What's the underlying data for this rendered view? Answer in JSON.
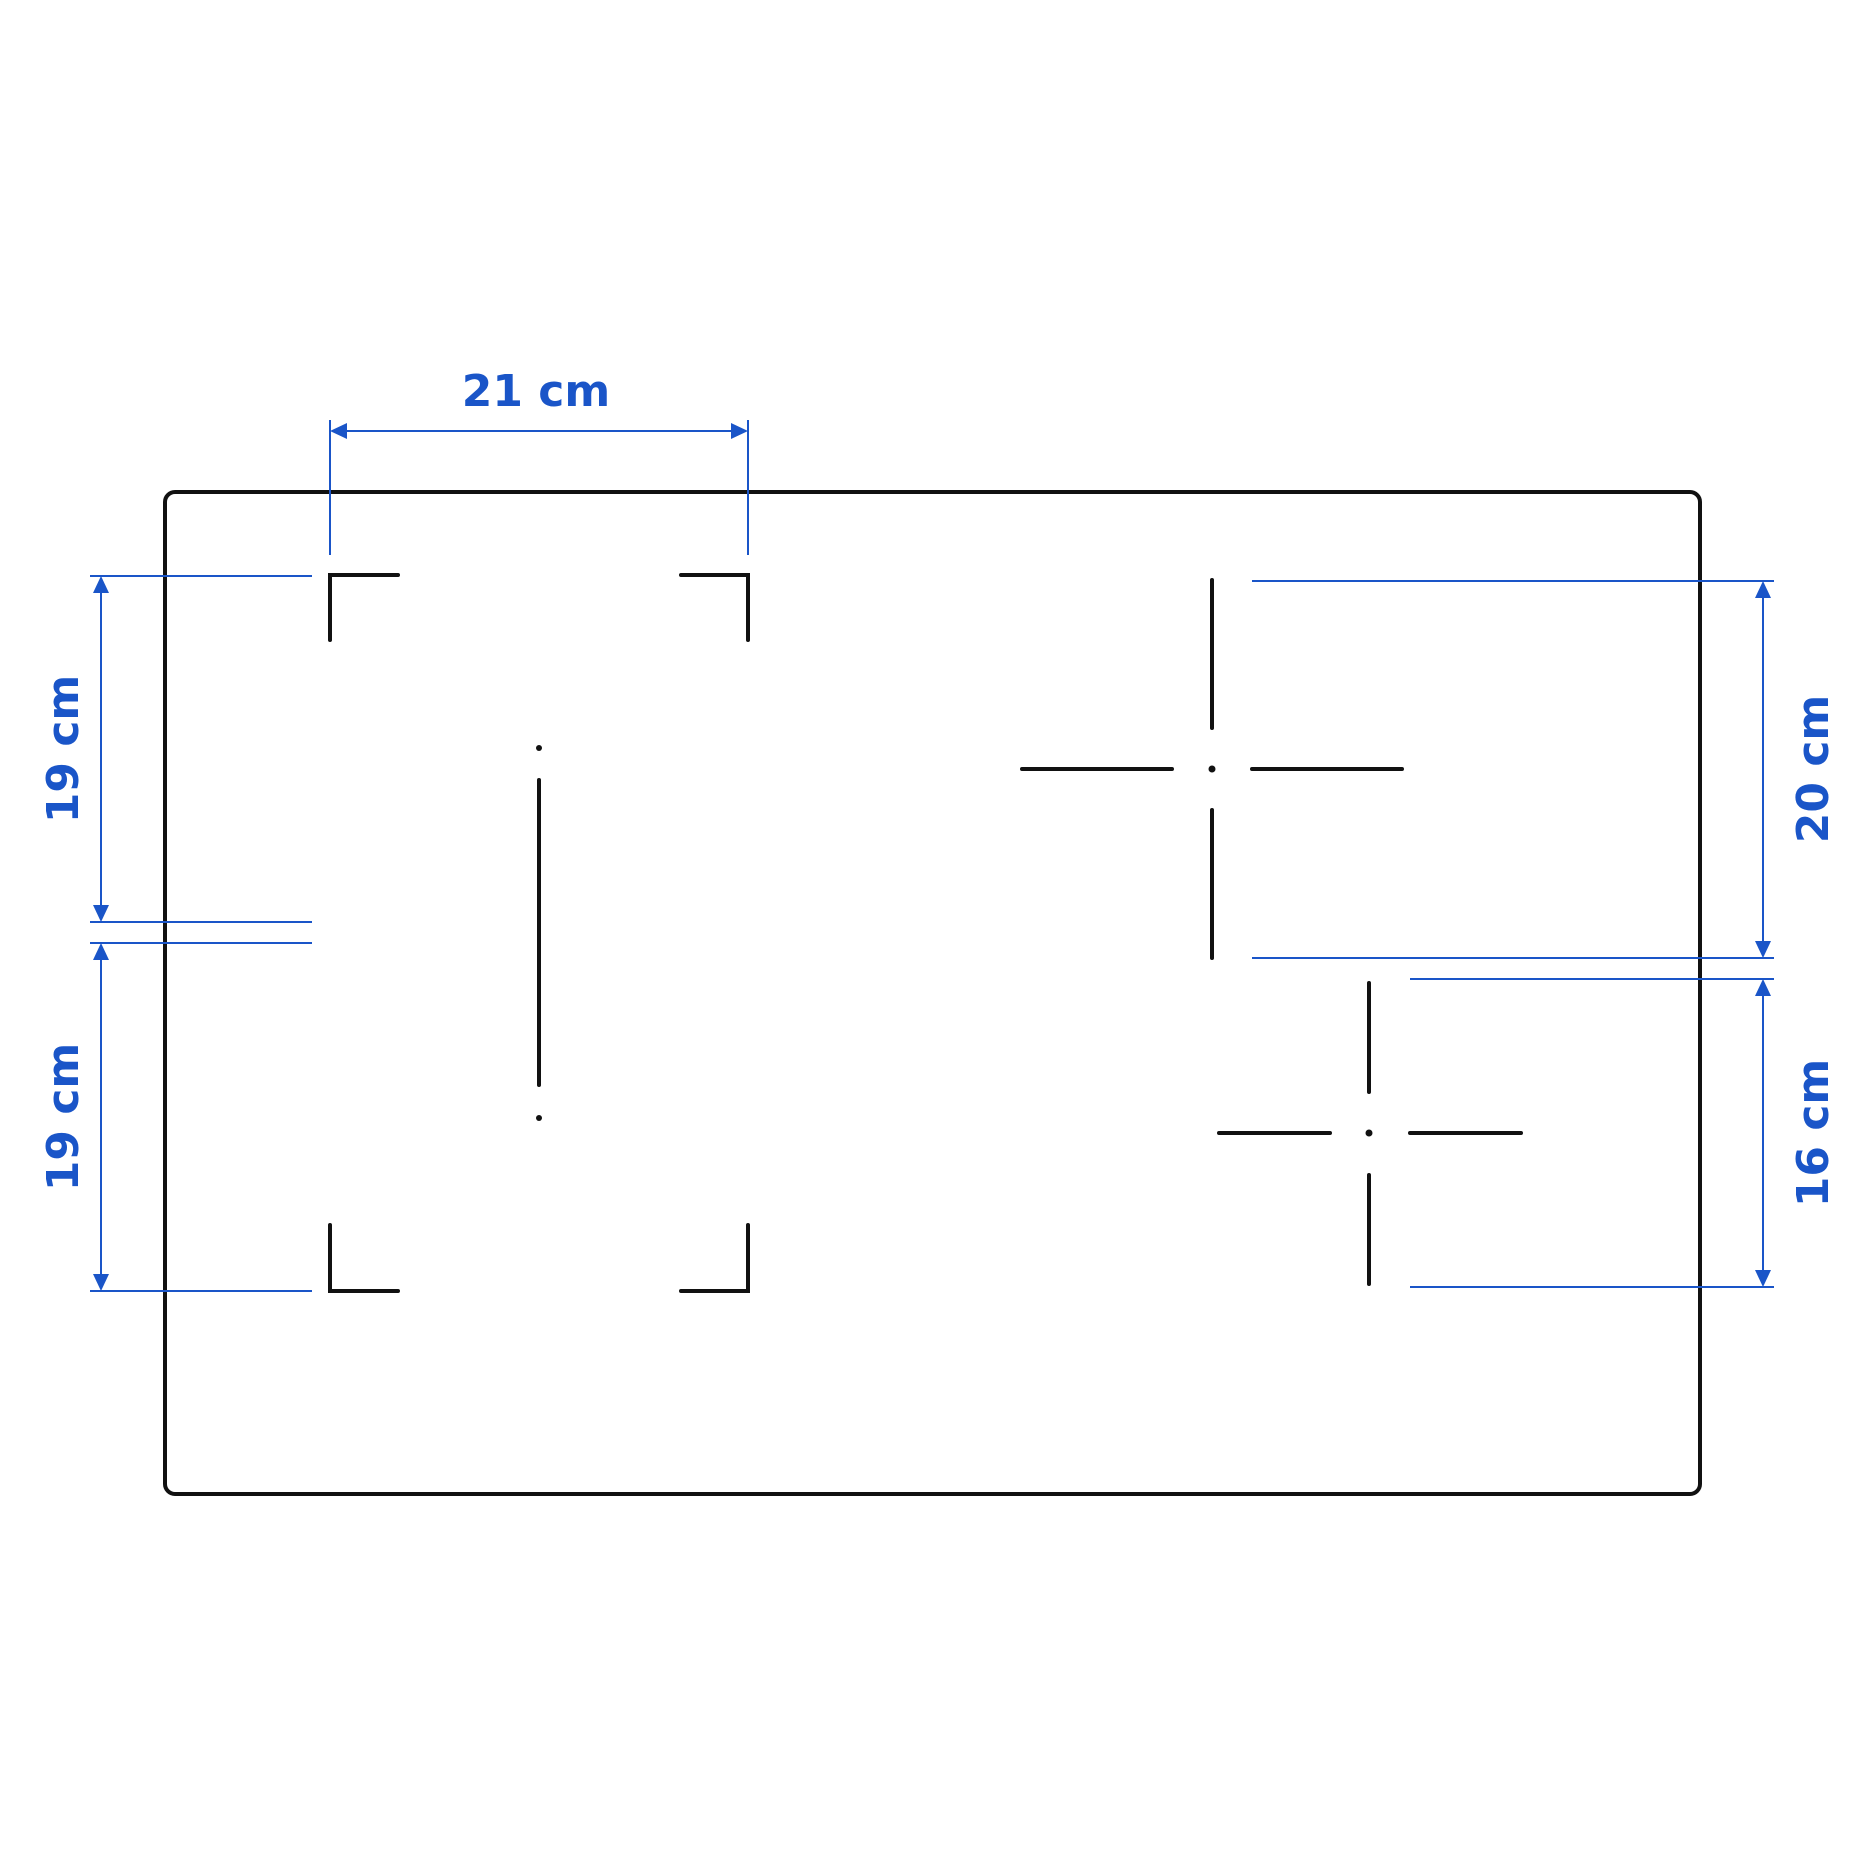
{
  "dimensions": {
    "zone_width": "21 cm",
    "left_upper_height": "19 cm",
    "left_lower_height": "19 cm",
    "right_upper_zone": "20 cm",
    "right_lower_zone": "16 cm"
  },
  "colors": {
    "dimension": "#1a55c8",
    "outline": "#111111",
    "background": "#ffffff"
  }
}
